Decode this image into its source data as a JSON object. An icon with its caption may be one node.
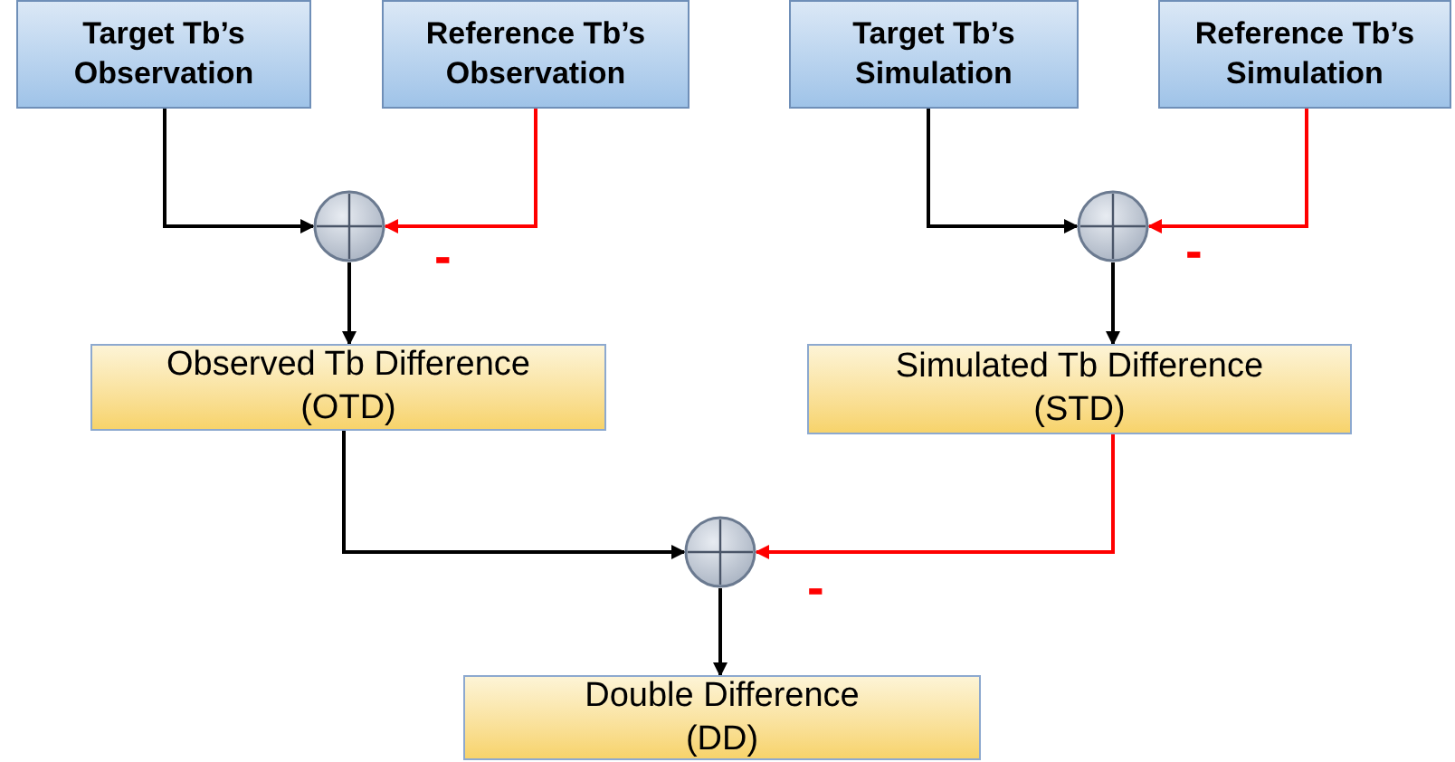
{
  "diagram": {
    "nodes": [
      {
        "text": [
          "Target Tb’s Observation"
        ]
      },
      {
        "text": [
          "Reference Tb’s Observation"
        ]
      },
      {
        "text": [
          "Target Tb’s Simulation"
        ]
      },
      {
        "text": [
          "Reference Tb’s Simulation"
        ]
      },
      {
        "text": [],
        "shape": "circle"
      },
      {
        "text": [],
        "shape": "circle"
      },
      {
        "text": [
          "Observed Tb Difference (OTD)"
        ]
      },
      {
        "text": [
          "Simulated Tb Difference (STD)"
        ]
      },
      {
        "text": [],
        "shape": "circle"
      },
      {
        "text": [
          "Double Difference (DD)"
        ]
      }
    ],
    "edges": [
      {
        "from": 0,
        "to": 4,
        "arrow": "to"
      },
      {
        "from": 1,
        "to": 4,
        "arrow": "to",
        "color": "#ff0000"
      },
      {
        "from": 4,
        "to": 6,
        "arrow": "to"
      },
      {
        "from": 2,
        "to": 5,
        "arrow": "to"
      },
      {
        "from": 3,
        "to": 5,
        "arrow": "to",
        "color": "#ff0000"
      },
      {
        "from": 5,
        "to": 7,
        "arrow": "to"
      },
      {
        "from": 6,
        "to": 8,
        "arrow": "to"
      },
      {
        "from": 7,
        "to": 8,
        "arrow": "to",
        "color": "#ff0000"
      },
      {
        "from": 8,
        "to": 9,
        "arrow": "to"
      }
    ],
    "labels": [
      "-",
      "-",
      "-"
    ]
  }
}
